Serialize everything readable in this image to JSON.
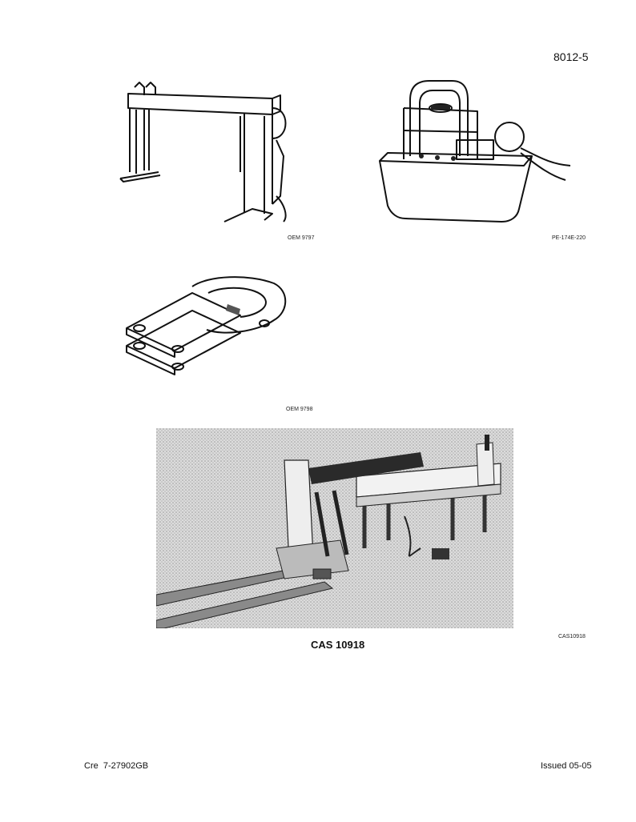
{
  "page_number": "8012-5",
  "figures": [
    {
      "caption": "OEM 9797",
      "icon": "press-frame-illustration"
    },
    {
      "caption": "PE-174E-220",
      "icon": "hydraulic-pump-illustration"
    },
    {
      "caption": "OEM 9798",
      "icon": "adapter-plate-illustration"
    },
    {
      "caption": "CAS10918",
      "title": "CAS 10918",
      "icon": "axle-press-bench-photo"
    }
  ],
  "footer": {
    "left": "Cre  7-27902GB",
    "right": "Issued 05-05"
  }
}
